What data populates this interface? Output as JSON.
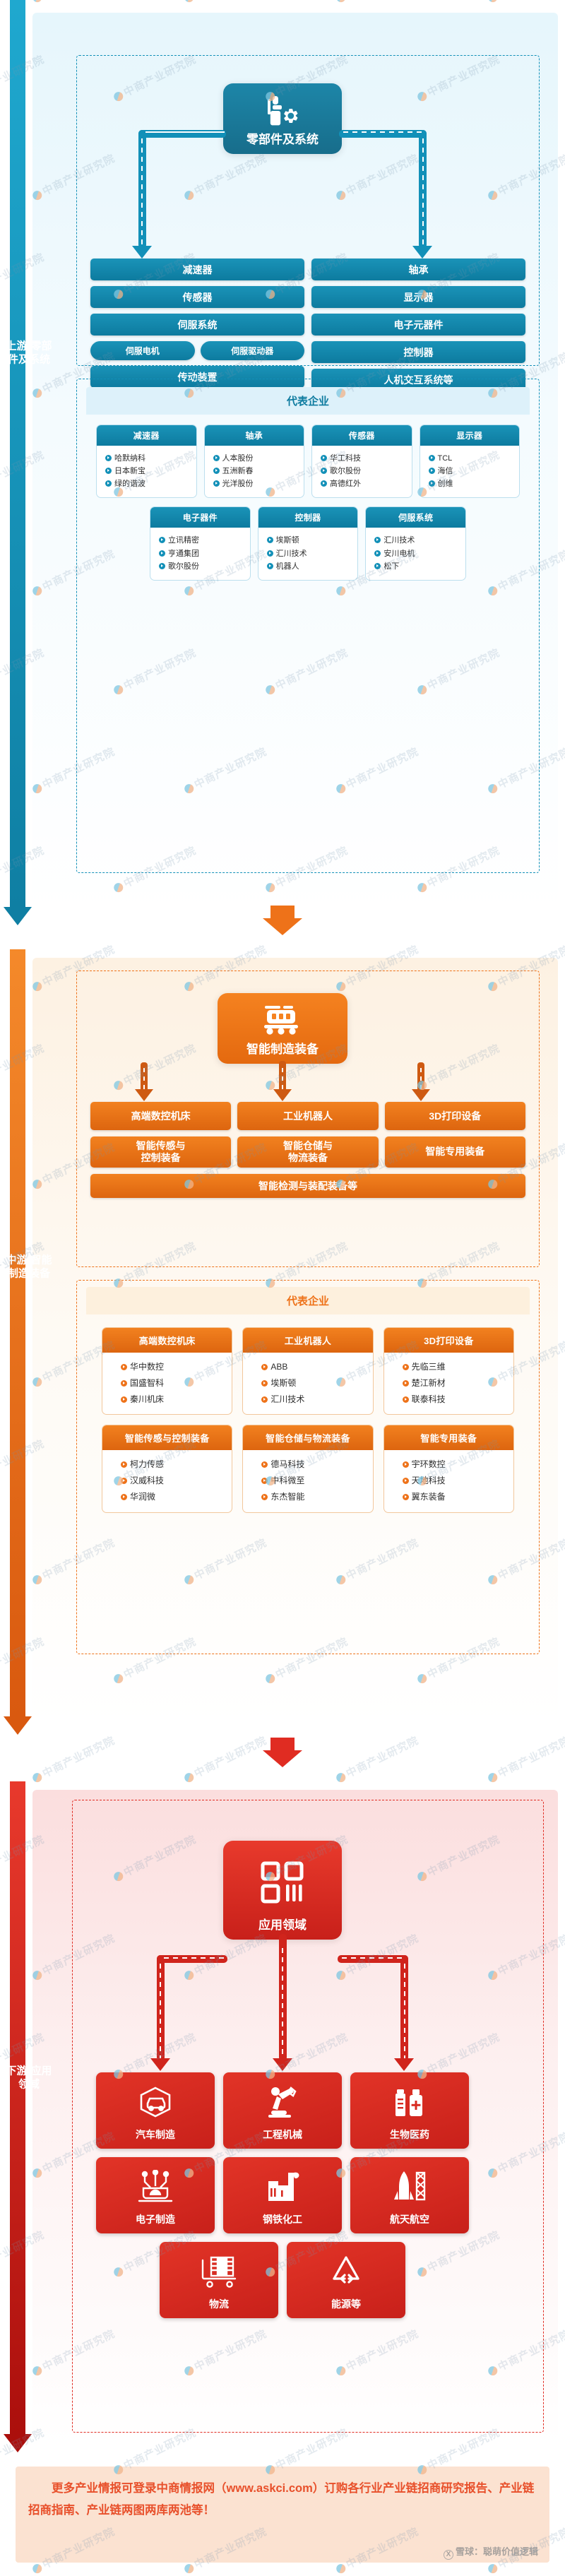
{
  "upstream": {
    "rail_label": "上游·零部件及系统",
    "hero": {
      "label": "零部件及系统",
      "icon": "components-gear-icon"
    },
    "left_items": [
      "减速器",
      "传感器",
      "伺服系统"
    ],
    "left_sub": [
      "伺服电机",
      "伺服驱动器"
    ],
    "left_last": "传动装置",
    "right_items": [
      "轴承",
      "显示器",
      "电子元器件",
      "控制器",
      "人机交互系统等"
    ],
    "enterprises_title": "代表企业",
    "cards_row1": [
      {
        "title": "减速器",
        "items": [
          "哈默纳科",
          "日本新宝",
          "绿的谐波"
        ]
      },
      {
        "title": "轴承",
        "items": [
          "人本股份",
          "五洲新春",
          "光洋股份"
        ]
      },
      {
        "title": "传感器",
        "items": [
          "华工科技",
          "歌尔股份",
          "高德红外"
        ]
      },
      {
        "title": "显示器",
        "items": [
          "TCL",
          "海信",
          "创维"
        ]
      }
    ],
    "cards_row2": [
      {
        "title": "电子器件",
        "items": [
          "立讯精密",
          "亨通集团",
          "歌尔股份"
        ]
      },
      {
        "title": "控制器",
        "items": [
          "埃斯顿",
          "汇川技术",
          "机器人"
        ]
      },
      {
        "title": "伺服系统",
        "items": [
          "汇川技术",
          "安川电机",
          "松下"
        ]
      }
    ],
    "colors": {
      "accent": "#1290b8",
      "deep": "#14718f",
      "panel": "#e3f3fb"
    }
  },
  "midstream": {
    "rail_label": "中游·智能制造装备",
    "hero": {
      "label": "智能制造装备",
      "icon": "smart-equipment-robot-icon"
    },
    "row1": [
      "高端数控机床",
      "工业机器人",
      "3D打印设备"
    ],
    "row2": [
      "智能传感与\n控制装备",
      "智能仓储与\n物流装备",
      "智能专用装备"
    ],
    "row2_lines": [
      [
        "智能传感与",
        "控制装备"
      ],
      [
        "智能仓储与",
        "物流装备"
      ],
      [
        "智能专用装备",
        ""
      ]
    ],
    "row3": "智能检测与装配装备等",
    "enterprises_title": "代表企业",
    "cards_row1": [
      {
        "title": "高端数控机床",
        "items": [
          "华中数控",
          "国盛智科",
          "秦川机床"
        ]
      },
      {
        "title": "工业机器人",
        "items": [
          "ABB",
          "埃斯顿",
          "汇川技术"
        ]
      },
      {
        "title": "3D打印设备",
        "items": [
          "先临三维",
          "楚江新材",
          "联泰科技"
        ]
      }
    ],
    "cards_row2": [
      {
        "title": "智能传感与控制装备",
        "items": [
          "柯力传感",
          "汉威科技",
          "华润微"
        ]
      },
      {
        "title": "智能仓储与物流装备",
        "items": [
          "德马科技",
          "中科微至",
          "东杰智能"
        ]
      },
      {
        "title": "智能专用装备",
        "items": [
          "宇环数控",
          "天地科技",
          "翼东装备"
        ]
      }
    ],
    "colors": {
      "accent": "#ee7219",
      "deep": "#d45a12",
      "panel": "#fdf0df"
    }
  },
  "downstream": {
    "rail_label": "下游·应用领域",
    "hero": {
      "label": "应用领域",
      "icon": "application-grid-icon"
    },
    "tiles_row1": [
      {
        "label": "汽车制造",
        "icon": "car-manufacturing-icon"
      },
      {
        "label": "工程机械",
        "icon": "construction-machinery-icon"
      },
      {
        "label": "生物医药",
        "icon": "biomedicine-icon"
      }
    ],
    "tiles_row2": [
      {
        "label": "电子制造",
        "icon": "electronics-manufacturing-icon"
      },
      {
        "label": "钢铁化工",
        "icon": "steel-chemical-icon"
      },
      {
        "label": "航天航空",
        "icon": "aerospace-rocket-icon"
      }
    ],
    "tiles_row3": [
      {
        "label": "物流",
        "icon": "logistics-cart-icon"
      },
      {
        "label": "能源等",
        "icon": "energy-recycle-icon"
      }
    ],
    "colors": {
      "accent": "#e02c22",
      "deep": "#b8130f",
      "panel": "#fbdede"
    }
  },
  "footer": {
    "text": "更多产业情报可登录中商情报网（www.askci.com）订购各行业产业链招商研究报告、产业链招商指南、产业链两图两库两池等！",
    "signature": "雪球：聪萌价值逻辑"
  },
  "watermark": {
    "text": "中商产业研究院"
  }
}
